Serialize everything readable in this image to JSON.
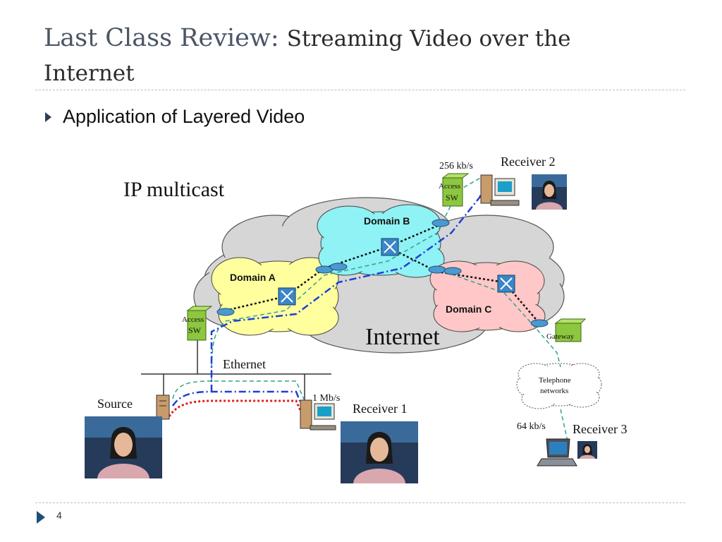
{
  "slide": {
    "title_main": "Last Class Review: ",
    "title_sub": "Streaming Video over the",
    "title_line2": "Internet",
    "bullet": "Application of Layered Video",
    "page_number": "4"
  },
  "diagram": {
    "heading": "IP multicast",
    "internet": "Internet",
    "domains": [
      "Domain A",
      "Domain B",
      "Domain C"
    ],
    "ethernet": "Ethernet",
    "source": "Source",
    "receivers": [
      "Receiver 1",
      "Receiver 2",
      "Receiver 3"
    ],
    "rates": [
      "1 Mb/s",
      "256 kb/s",
      "64 kb/s"
    ],
    "access_sw": [
      "Access",
      "SW"
    ],
    "gateway": "Gateway",
    "telephone": [
      "Telephone",
      "networks"
    ]
  }
}
